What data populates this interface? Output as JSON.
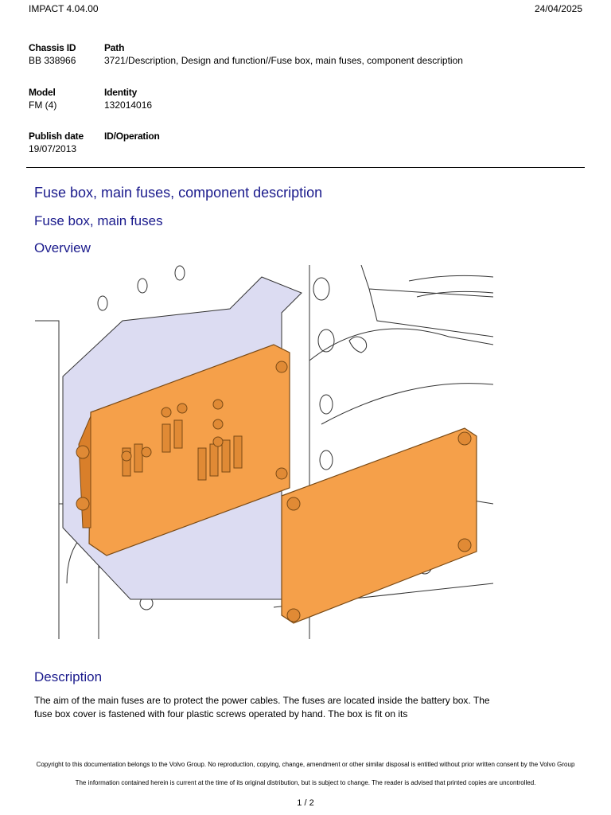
{
  "header": {
    "app": "IMPACT 4.04.00",
    "date": "24/04/2025"
  },
  "meta": {
    "chassis_label": "Chassis ID",
    "chassis_value": "BB 338966",
    "path_label": "Path",
    "path_value": "3721/Description, Design and function//Fuse box, main fuses, component description",
    "model_label": "Model",
    "model_value": "FM (4)",
    "identity_label": "Identity",
    "identity_value": "132014016",
    "publish_label": "Publish date",
    "publish_value": "19/07/2013",
    "idop_label": "ID/Operation"
  },
  "content": {
    "title": "Fuse box, main fuses, component description",
    "subtitle": "Fuse box, main fuses",
    "overview_heading": "Overview",
    "description_heading": "Description",
    "description_text": "The aim of the main fuses are to protect the power cables. The fuses are located inside the battery box. The fuse box cover is fastened with four plastic screws operated by hand. The box is fit on its"
  },
  "footer": {
    "copyright_line1": "Copyright to this documentation belongs to the Volvo Group. No reproduction, copying, change, amendment or other similar disposal is entitled without prior written consent by the Volvo Group",
    "copyright_line2": "The information contained herein is current at the time of its original distribution, but is subject to change. The reader is advised that printed copies are uncontrolled.",
    "page": "1 / 2"
  },
  "figure": {
    "colors": {
      "component": "#f5a04a",
      "component_dark": "#d97f2a",
      "bracket": "#dcdcf2",
      "line": "#333333"
    }
  }
}
